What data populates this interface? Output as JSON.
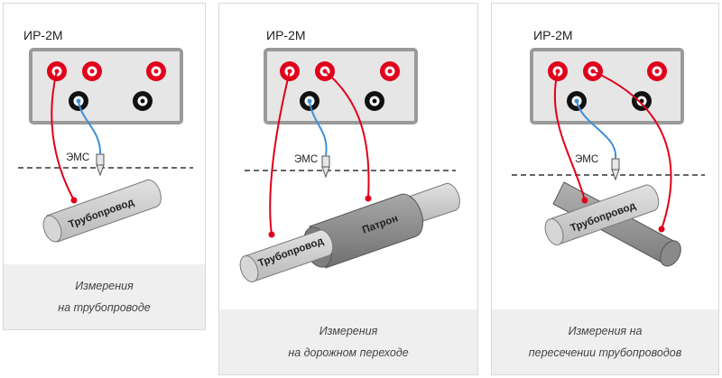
{
  "panels": [
    {
      "device_label": "ИР-2М",
      "probe_label": "ЭМС",
      "pipe_label": "Трубопровод",
      "caption_line1": "Измерения",
      "caption_line2": "на трубопроводе"
    },
    {
      "device_label": "ИР-2М",
      "probe_label": "ЭМС",
      "pipe_label": "Трубопровод",
      "casing_label": "Патрон",
      "caption_line1": "Измерения",
      "caption_line2": "на дорожном переходе"
    },
    {
      "device_label": "ИР-2М",
      "probe_label": "ЭМС",
      "pipe_label": "Трубопровод",
      "caption_line1": "Измерения на",
      "caption_line2": "пересечении трубопроводов"
    }
  ],
  "colors": {
    "terminal_red": "#e0001b",
    "terminal_black": "#111111",
    "wire_red": "#e0001b",
    "wire_blue": "#3d8fd6",
    "device_border": "#9a9a9a",
    "device_fill": "#e6e6e6",
    "pipe_fill": "#cccccc",
    "casing_fill": "#8c8c8c",
    "caption_bg": "#efefef"
  }
}
